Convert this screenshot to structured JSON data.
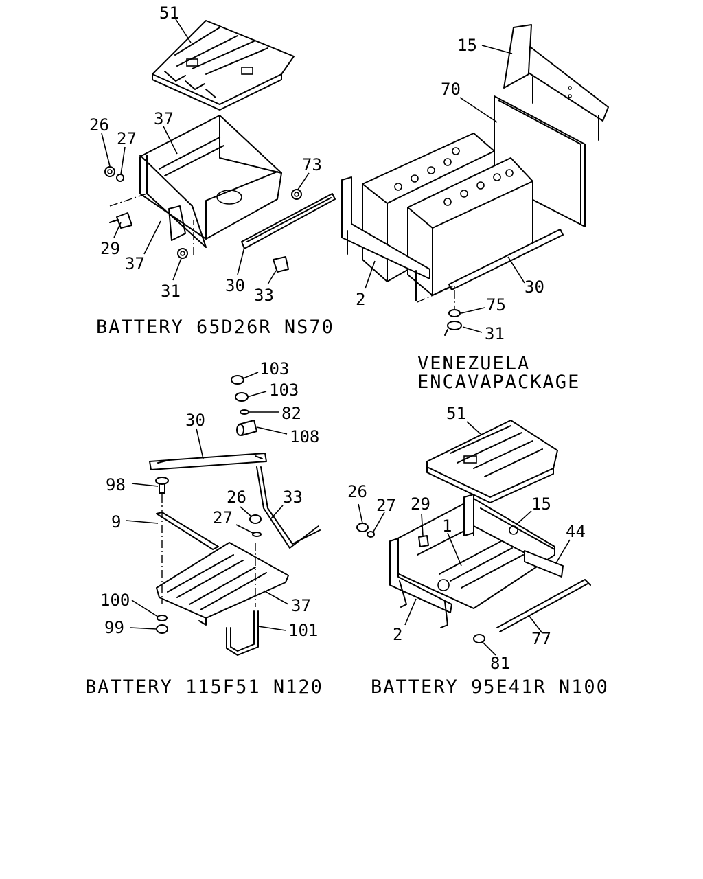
{
  "captions": {
    "ns70": "BATTERY 65D26R NS70",
    "venezuela_line1": "VENEZUELA",
    "venezuela_line2": "ENCAVAPACKAGE",
    "n120": "BATTERY 115F51 N120",
    "n100": "BATTERY 95E41R N100"
  },
  "callouts": {
    "ns70": [
      "51",
      "37",
      "26",
      "27",
      "73",
      "29",
      "37",
      "31",
      "30",
      "33"
    ],
    "venezuela": [
      "15",
      "70",
      "2",
      "75",
      "30",
      "31"
    ],
    "n120": [
      "103",
      "103",
      "82",
      "108",
      "30",
      "98",
      "26",
      "33",
      "9",
      "27",
      "100",
      "37",
      "99",
      "101"
    ],
    "n100": [
      "51",
      "26",
      "27",
      "29",
      "1",
      "15",
      "44",
      "2",
      "77",
      "81"
    ]
  }
}
